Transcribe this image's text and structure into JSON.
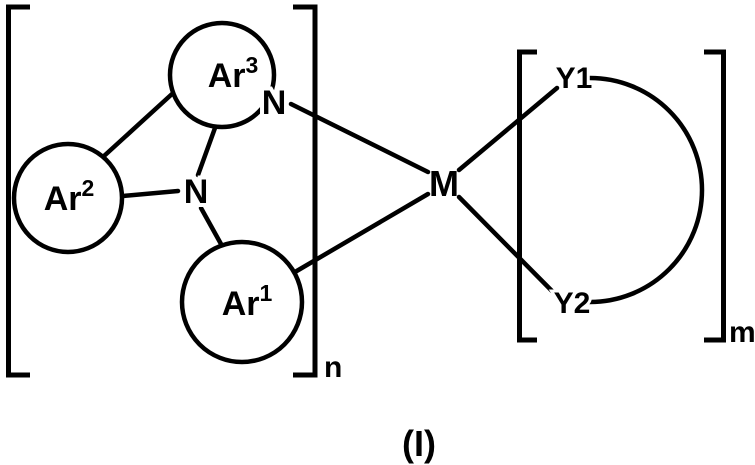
{
  "diagram": {
    "type": "chemical-structure-formula",
    "caption": "(I)",
    "colors": {
      "ink": "#000000",
      "background": "#ffffff"
    },
    "ligand": {
      "ar1_base": "Ar",
      "ar1_sup": "1",
      "ar2_base": "Ar",
      "ar2_sup": "2",
      "ar3_base": "Ar",
      "ar3_sup": "3",
      "n_upper": "N",
      "n_lower": "N",
      "subscript": "n"
    },
    "metal": "M",
    "coligand": {
      "y1": "Y1",
      "y2": "Y2",
      "subscript": "m"
    }
  }
}
